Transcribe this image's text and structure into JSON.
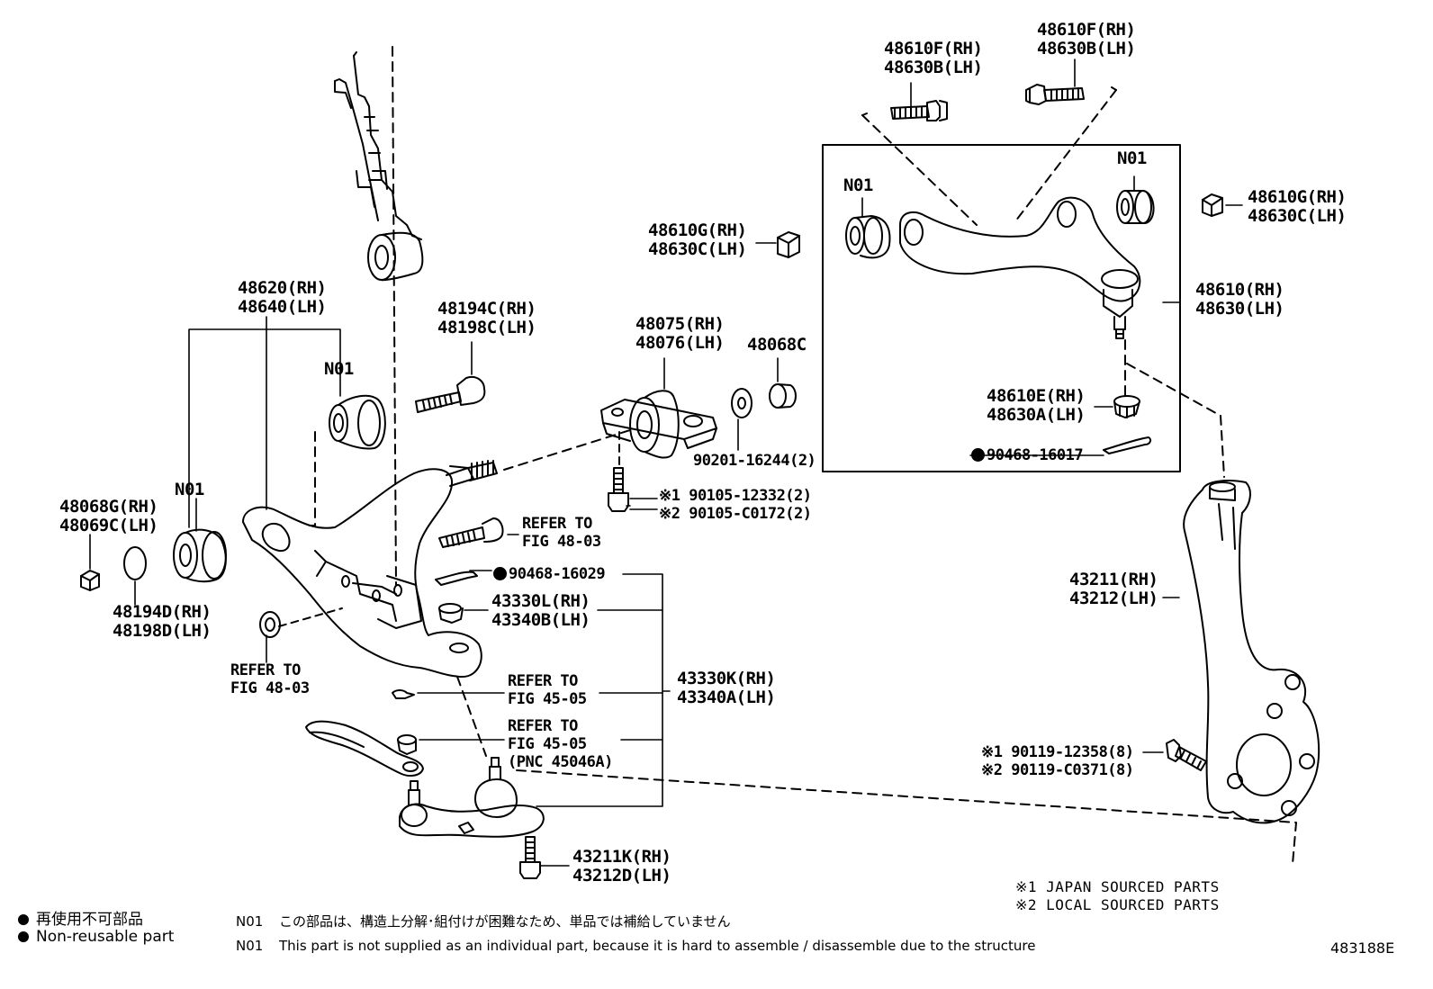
{
  "labels": {
    "upper_bolt_rh": "48610F(RH)",
    "upper_bolt_lh": "48630B(LH)",
    "upper_bolt2_rh": "48610F(RH)",
    "upper_bolt2_lh": "48630B(LH)",
    "upper_nut_l_rh": "48610G(RH)",
    "upper_nut_l_lh": "48630C(LH)",
    "upper_nut_r_rh": "48610G(RH)",
    "upper_nut_r_lh": "48630C(LH)",
    "n01_upper_left": "N01",
    "n01_upper_right": "N01",
    "upper_arm_rh": "48610(RH)",
    "upper_arm_lh": "48630(LH)",
    "upper_nut_rh": "48610E(RH)",
    "upper_nut_lh": "48630A(LH)",
    "upper_pin": "90468-16017",
    "lower_arm_rh": "48620(RH)",
    "lower_arm_lh": "48640(LH)",
    "n01_lower": "N01",
    "n01_left": "N01",
    "cam_bolt_rh": "48194C(RH)",
    "cam_bolt_lh": "48198C(LH)",
    "bushing_rh": "48075(RH)",
    "bushing_lh": "48076(LH)",
    "washer": "48068C",
    "nut_90201": "90201-16244(2)",
    "bolt_jp": "※1 90105-12332(2)",
    "bolt_local": "※2 90105-C0172(2)",
    "refer_4803_a": "REFER TO\nFIG 48-03",
    "nut_left_rh": "48068G(RH)",
    "nut_left_lh": "48069C(LH)",
    "cam_plate_rh": "48194D(RH)",
    "cam_plate_lh": "48198D(LH)",
    "refer_4803_b": "REFER TO\nFIG 48-03",
    "lower_pin": "90468-16029",
    "lower_nut_rh": "43330L(RH)",
    "lower_nut_lh": "43340B(LH)",
    "refer_4505_a": "REFER TO\nFIG 45-05",
    "refer_4505_b": "REFER TO\nFIG 45-05\n(PNC 45046A)",
    "ball_joint_rh": "43330K(RH)",
    "ball_joint_lh": "43340A(LH)",
    "ball_bolt_rh": "43211K(RH)",
    "ball_bolt_lh": "43212D(LH)",
    "knuckle_rh": "43211(RH)",
    "knuckle_lh": "43212(LH)",
    "knuckle_bolt_jp": "※1 90119-12358(8)",
    "knuckle_bolt_local": "※2 90119-C0371(8)",
    "note_jp": "※1 JAPAN SOURCED PARTS",
    "note_local": "※2 LOCAL SOURCED PARTS"
  },
  "legend": {
    "jp": "再使用不可部品",
    "en": "Non-reusable part"
  },
  "footnote": {
    "code1": "N01",
    "text_jp": "この部品は、構造上分解･組付けが困難なため、単品では補給していません",
    "code2": "N01",
    "text_en": "This part is not supplied as an individual part, because it is hard to assemble / disassemble due to the structure"
  },
  "figure_id": "483188E"
}
